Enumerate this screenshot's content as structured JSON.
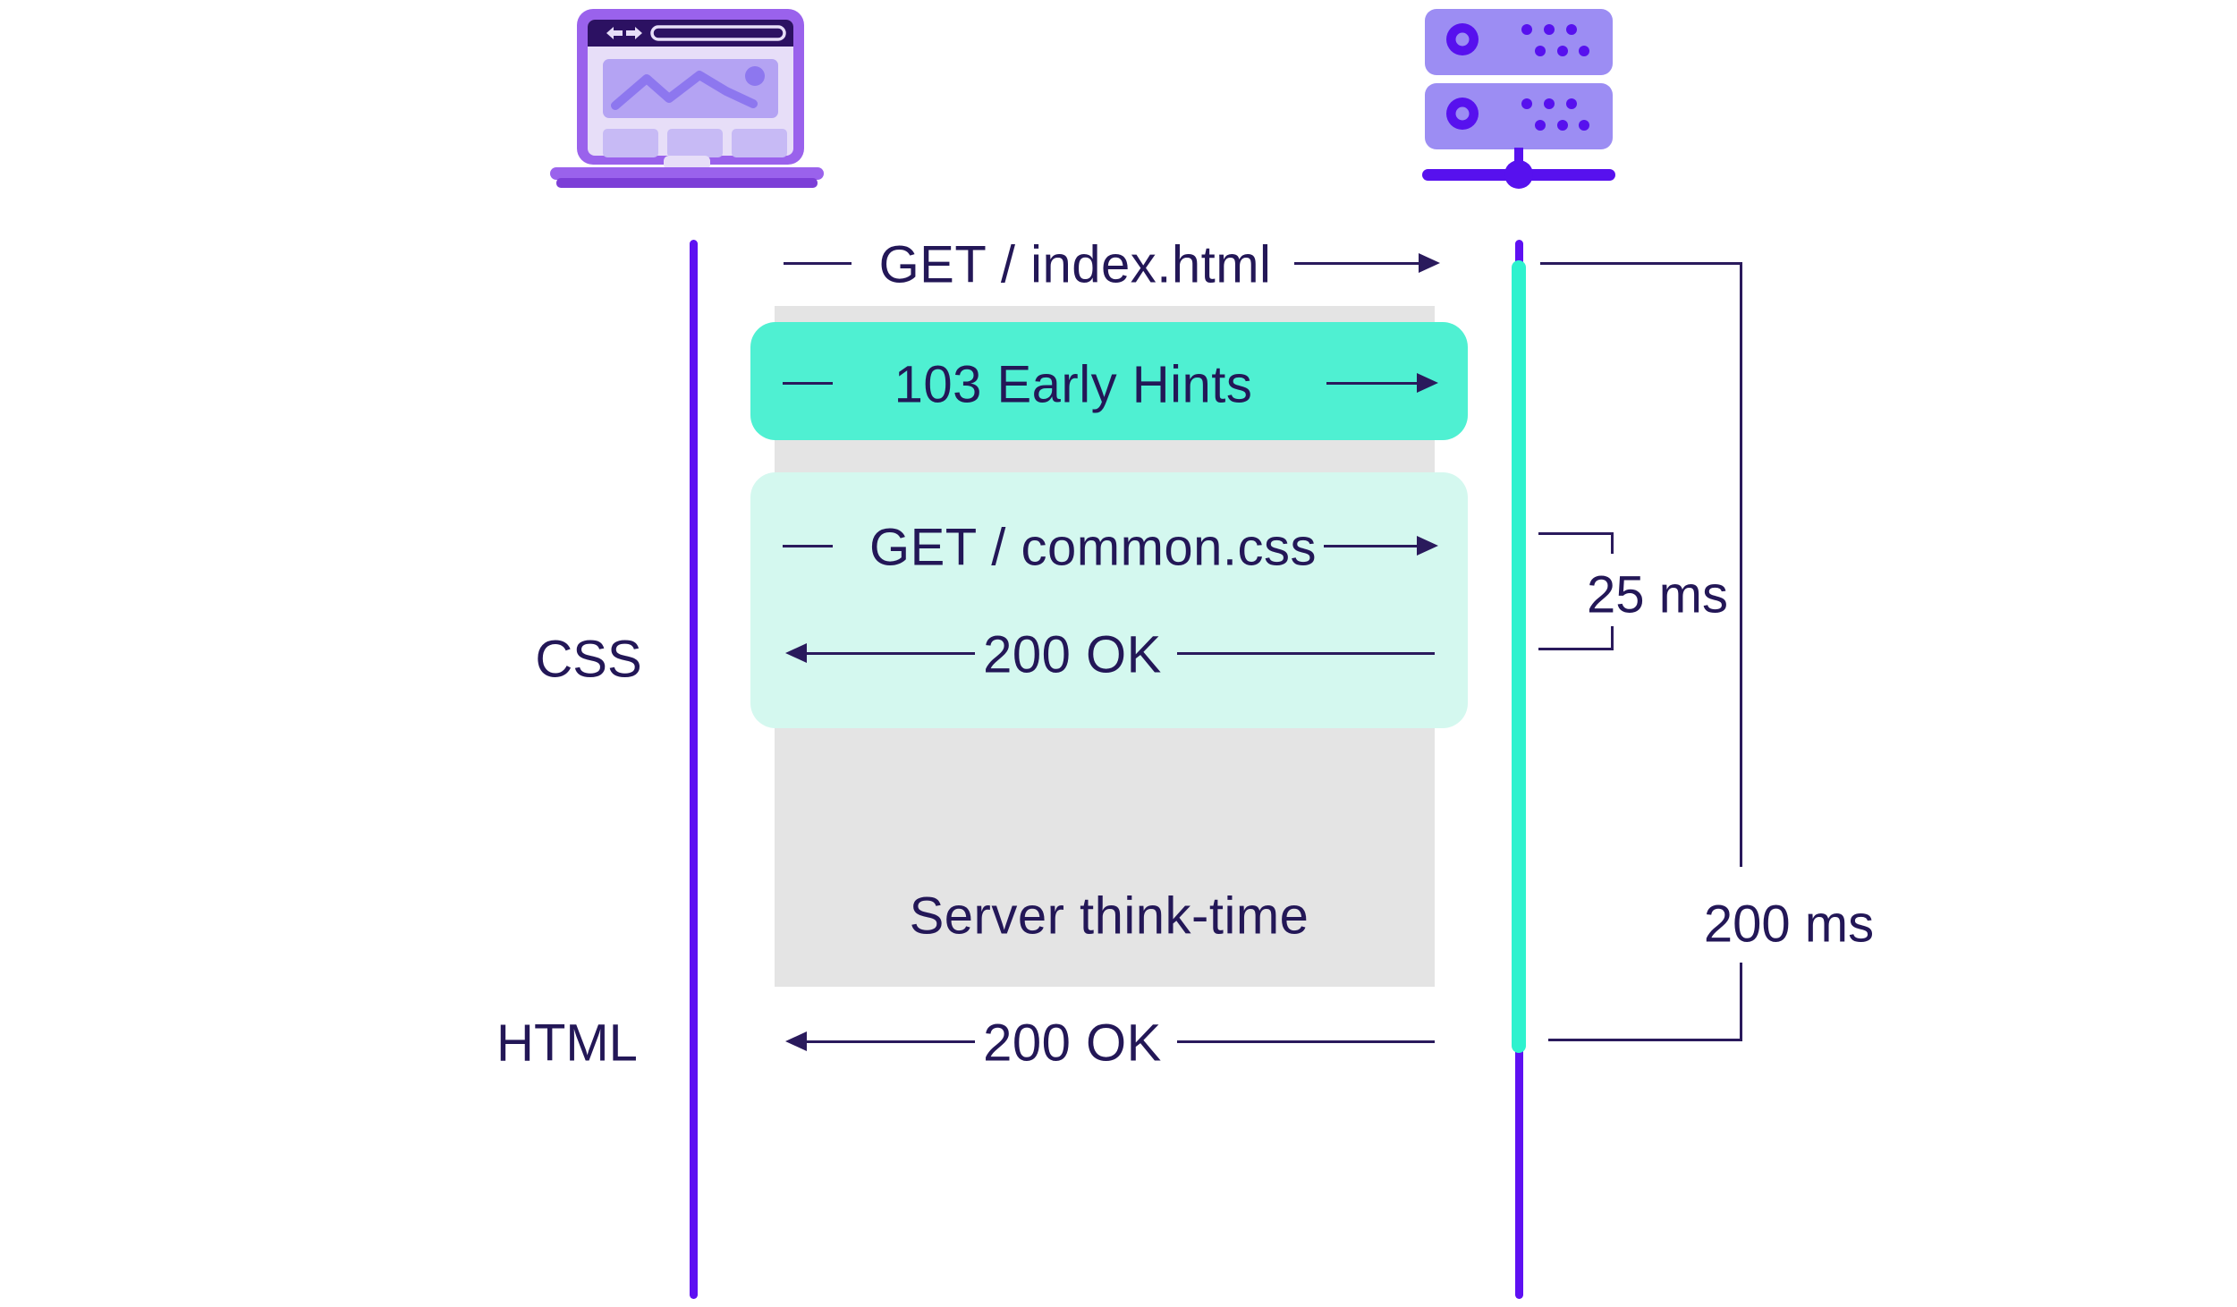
{
  "diagram": {
    "type": "http-early-hints-sequence-diagram"
  },
  "actors": {
    "client": {
      "icon": "laptop-browser-icon"
    },
    "server": {
      "icon": "server-rack-icon"
    }
  },
  "messages": {
    "get_index": {
      "label": "GET / index.html",
      "direction": "client-to-server"
    },
    "early_hints": {
      "label": "103 Early Hints",
      "direction": "client-to-server",
      "highlight": "teal"
    },
    "get_css": {
      "label": "GET / common.css",
      "direction": "client-to-server",
      "highlight": "mint"
    },
    "ok_css": {
      "label": "200 OK",
      "direction": "server-to-client",
      "highlight": "mint"
    },
    "think_time": {
      "label": "Server think-time",
      "highlight": "gray"
    },
    "ok_html": {
      "label": "200 OK",
      "direction": "server-to-client"
    }
  },
  "lane_labels": {
    "css": "CSS",
    "html": "HTML"
  },
  "timings": {
    "css_response": "25 ms",
    "html_response": "200 ms"
  },
  "colors": {
    "lifeline_purple": "#5E10F2",
    "active_teal": "#2EF2CE",
    "early_hints_fill": "#4FF0D2",
    "css_exchange_fill": "#D4F8EF",
    "think_time_fill": "#E4E4E4",
    "text_navy": "#231757",
    "icon_purple": "#9A62EC",
    "icon_light_purple": "#9C8DF3",
    "icon_dark_violet": "#5711EE",
    "icon_titlebar_navy": "#2C1162"
  }
}
